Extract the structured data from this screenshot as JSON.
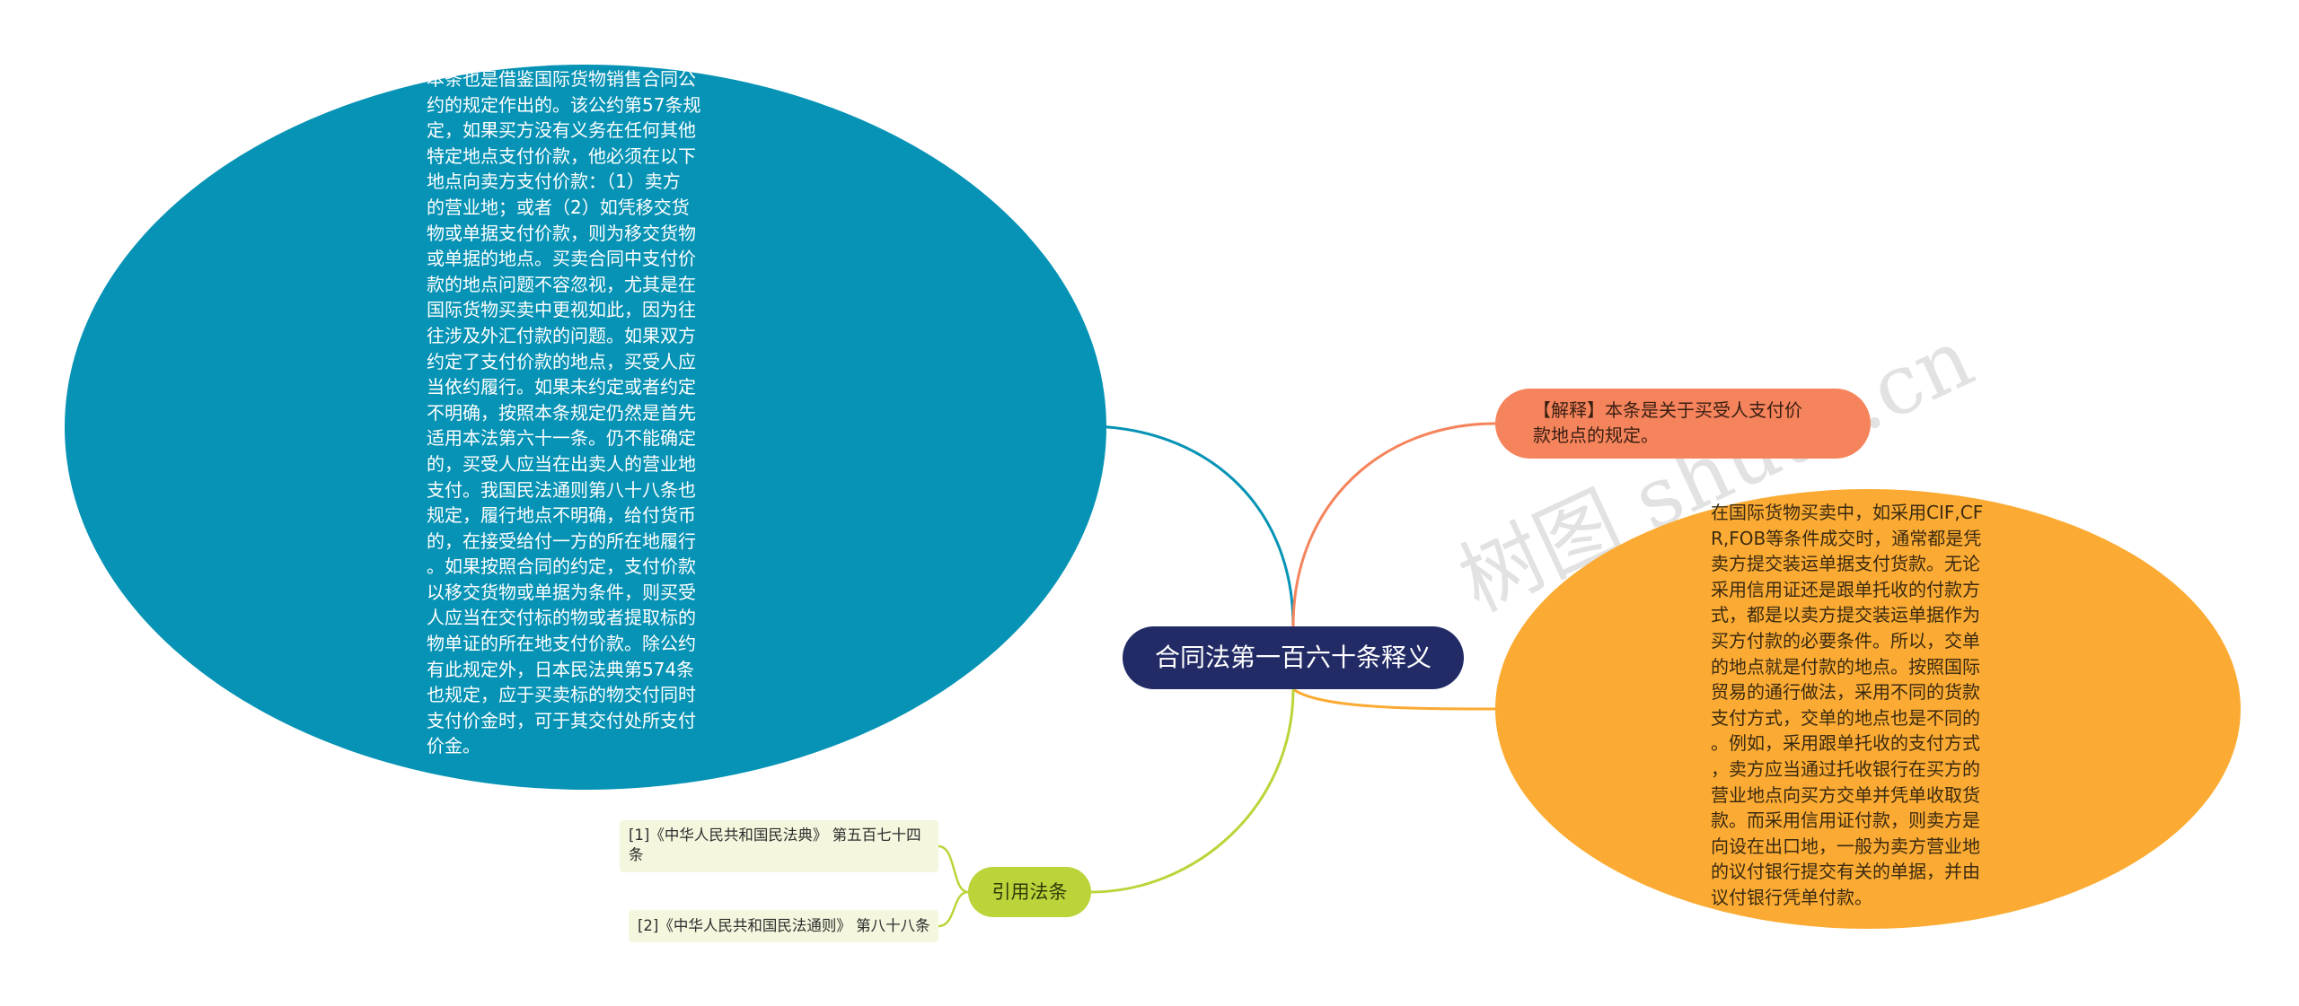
{
  "central_topic": "合同法第一百六十条释义",
  "branches": {
    "explanation_note": "【解释】本条是关于买受人支付价\n款地点的规定。",
    "international_trade_text": "在国际货物买卖中，如采用CIF,CF\nR,FOB等条件成交时，通常都是凭\n卖方提交装运单据支付货款。无论\n采用信用证还是跟单托收的付款方\n式，都是以卖方提交装运单据作为\n买方付款的必要条件。所以，交单\n的地点就是付款的地点。按照国际\n贸易的通行做法，采用不同的货款\n支付方式，交单的地点也是不同的\n。例如，采用跟单托收的支付方式\n，卖方应当通过托收银行在买方的\n营业地点向买方交单并凭单收取货\n款。而采用信用证付款，则卖方是\n向设在出口地，一般为卖方营业地\n的议付银行提交有关的单据，并由\n议付银行凭单付款。",
    "convention_text": "本条也是借鉴国际货物销售合同公\n约的规定作出的。该公约第57条规\n定，如果买方没有义务在任何其他\n特定地点支付价款，他必须在以下\n地点向卖方支付价款：（1）卖方\n的营业地；或者（2）如凭移交货\n物或单据支付价款，则为移交货物\n或单据的地点。买卖合同中支付价\n款的地点问题不容忽视，尤其是在\n国际货物买卖中更视如此，因为往\n往涉及外汇付款的问题。如果双方\n约定了支付价款的地点，买受人应\n当依约履行。如果未约定或者约定\n不明确，按照本条规定仍然是首先\n适用本法第六十一条。仍不能确定\n的，买受人应当在出卖人的营业地\n支付。我国民法通则第八十八条也\n规定，履行地点不明确，给付货币\n的，在接受给付一方的所在地履行\n。如果按照合同的约定，支付价款\n以移交货物或单据为条件，则买受\n人应当在交付标的物或者提取标的\n物单证的所在地支付价款。除公约\n有此规定外，日本民法典第574条\n也规定，应于买卖标的物交付同时\n支付价金时，可于其交付处所支付\n价金。",
    "citations_label": "引用法条",
    "citations": [
      "[1]《中华人民共和国民法典》 第五百七十四\n条",
      "[2]《中华人民共和国民法通则》 第八十八条"
    ]
  },
  "watermarks": [
    "树图 shutu.cn",
    "树图 shutu.cn"
  ],
  "colors": {
    "center": "#222b66",
    "convention_blob": "#0693b5",
    "trade_blob": "#fbab33",
    "note": "#f5845c",
    "citations": "#bcd43a",
    "citation_box": "#f4f6dd"
  }
}
